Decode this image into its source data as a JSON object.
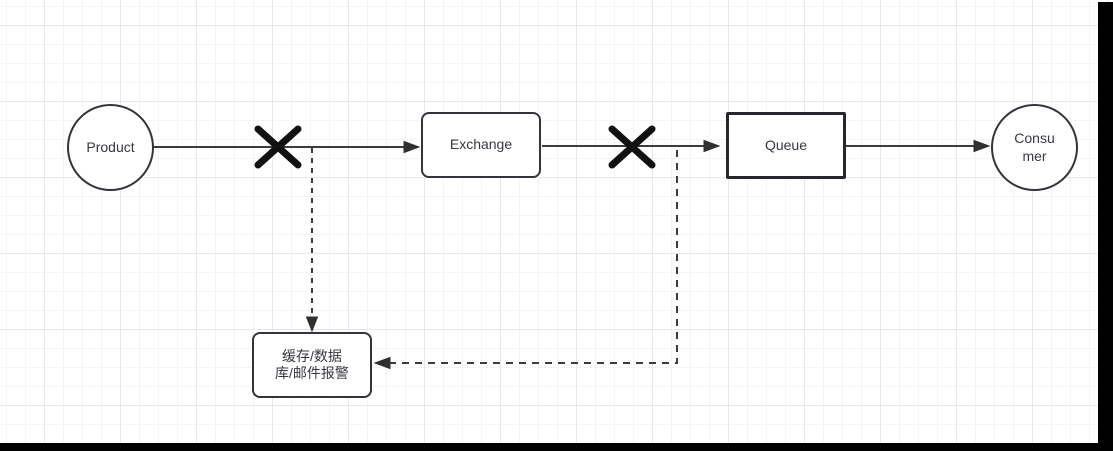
{
  "diagram": {
    "title": "message-queue-reliability-flow",
    "nodes": [
      {
        "id": "product",
        "shape": "circle",
        "label": "Product"
      },
      {
        "id": "exchange",
        "shape": "rounded-rect",
        "label": "Exchange"
      },
      {
        "id": "queue",
        "shape": "rect",
        "label": "Queue"
      },
      {
        "id": "consumer",
        "shape": "circle",
        "label": "Consumer",
        "lines": [
          "Consu",
          "mer"
        ]
      },
      {
        "id": "alert",
        "shape": "rounded-rect",
        "label": "缓存/数据库/邮件报警",
        "lines": [
          "缓存/数据",
          "库/邮件报警"
        ]
      }
    ],
    "edges": [
      {
        "from": "product",
        "to": "exchange",
        "style": "solid",
        "marker": "x-cross"
      },
      {
        "from": "exchange",
        "to": "queue",
        "style": "solid",
        "marker": "x-cross"
      },
      {
        "from": "queue",
        "to": "consumer",
        "style": "solid",
        "marker": "none"
      },
      {
        "from": "product-exchange-edge",
        "to": "alert",
        "style": "dashed",
        "marker": "none"
      },
      {
        "from": "exchange-queue-edge",
        "to": "alert",
        "style": "dashed",
        "marker": "none"
      }
    ],
    "colors": {
      "background": "#ffffff",
      "grid_minor": "#f4f4f4",
      "grid_major": "#e7e7e7",
      "node_border": "#33333b",
      "edge_stroke": "#3c3c3c",
      "x_mark": "#111111",
      "text": "#383840",
      "frame_bar": "#000000"
    }
  }
}
